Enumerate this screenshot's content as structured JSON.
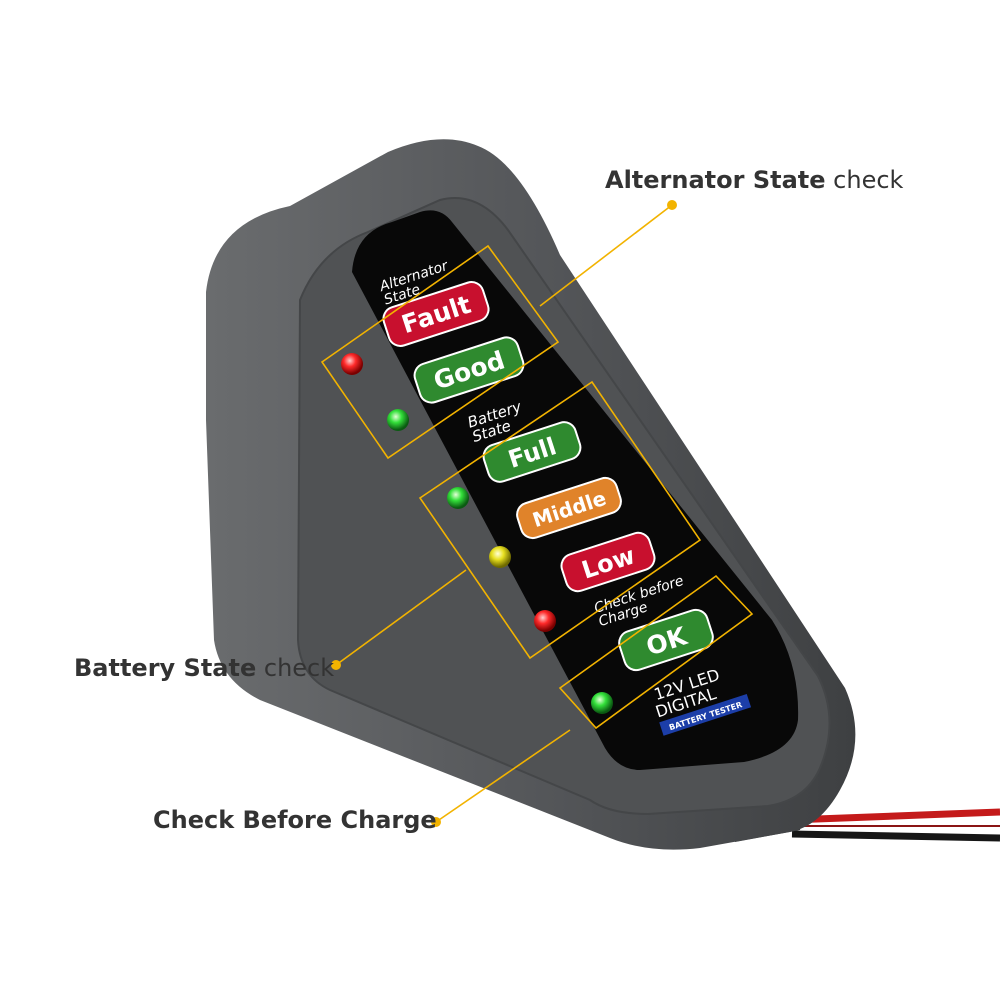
{
  "callouts": {
    "alternator": {
      "bold": "Alternator State",
      "rest": " check"
    },
    "battery": {
      "bold": "Battery State",
      "rest": " check"
    },
    "charge": {
      "text": "Check Before Charge"
    }
  },
  "device": {
    "alternator_heading": [
      "Alternator",
      "State"
    ],
    "battery_heading": [
      "Battery",
      "State"
    ],
    "charge_heading": [
      "Check before",
      "Charge"
    ],
    "labels": {
      "fault": "Fault",
      "good": "Good",
      "full": "Full",
      "middle": "Middle",
      "low": "Low",
      "ok": "OK"
    },
    "brand_line1": "12V LED",
    "brand_line2": "DIGITAL",
    "brand_badge": "BATTERY TESTER"
  },
  "colors": {
    "body": "#56585a",
    "panel": "#080808",
    "callout_line": "#f2b300",
    "red": "#c8102e",
    "green": "#2f8a2f",
    "orange": "#e0832a",
    "led_red": "#ff2a2a",
    "led_green": "#33e03a",
    "led_yellow": "#e8e020",
    "badge": "#1c3ea8"
  }
}
